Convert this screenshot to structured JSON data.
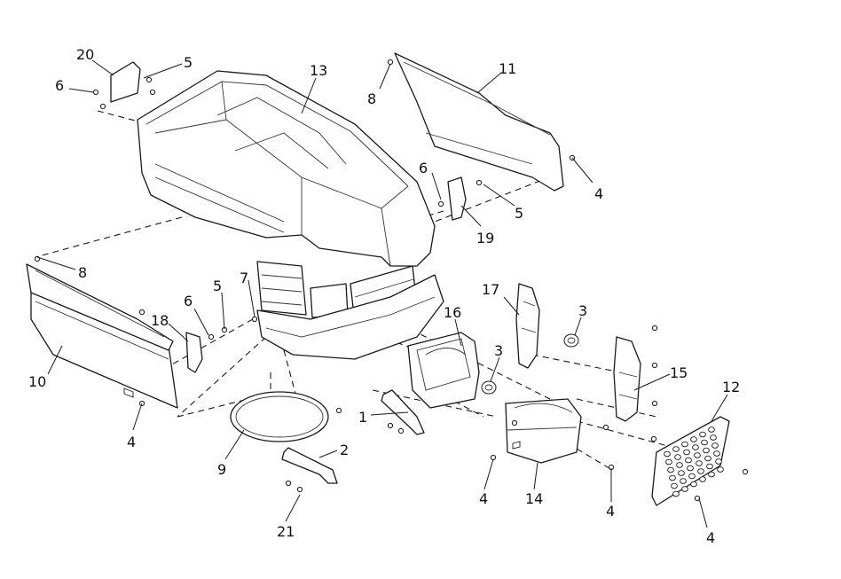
{
  "callouts": [
    {
      "id": "c20",
      "label": "20"
    },
    {
      "id": "c5a",
      "label": "5"
    },
    {
      "id": "c6a",
      "label": "6"
    },
    {
      "id": "c13",
      "label": "13"
    },
    {
      "id": "c8a",
      "label": "8"
    },
    {
      "id": "c11",
      "label": "11"
    },
    {
      "id": "c6b",
      "label": "6"
    },
    {
      "id": "c4a",
      "label": "4"
    },
    {
      "id": "c5b",
      "label": "5"
    },
    {
      "id": "c19",
      "label": "19"
    },
    {
      "id": "c8b",
      "label": "8"
    },
    {
      "id": "c7",
      "label": "7"
    },
    {
      "id": "c5c",
      "label": "5"
    },
    {
      "id": "c6c",
      "label": "6"
    },
    {
      "id": "c18",
      "label": "18"
    },
    {
      "id": "c17",
      "label": "17"
    },
    {
      "id": "c16",
      "label": "16"
    },
    {
      "id": "c3a",
      "label": "3"
    },
    {
      "id": "c3b",
      "label": "3"
    },
    {
      "id": "c15",
      "label": "15"
    },
    {
      "id": "c12",
      "label": "12"
    },
    {
      "id": "c10",
      "label": "10"
    },
    {
      "id": "c4b",
      "label": "4"
    },
    {
      "id": "c1",
      "label": "1"
    },
    {
      "id": "c9",
      "label": "9"
    },
    {
      "id": "c2",
      "label": "2"
    },
    {
      "id": "c4c",
      "label": "4"
    },
    {
      "id": "c14",
      "label": "14"
    },
    {
      "id": "c4d",
      "label": "4"
    },
    {
      "id": "c4e",
      "label": "4"
    },
    {
      "id": "c21",
      "label": "21"
    }
  ]
}
